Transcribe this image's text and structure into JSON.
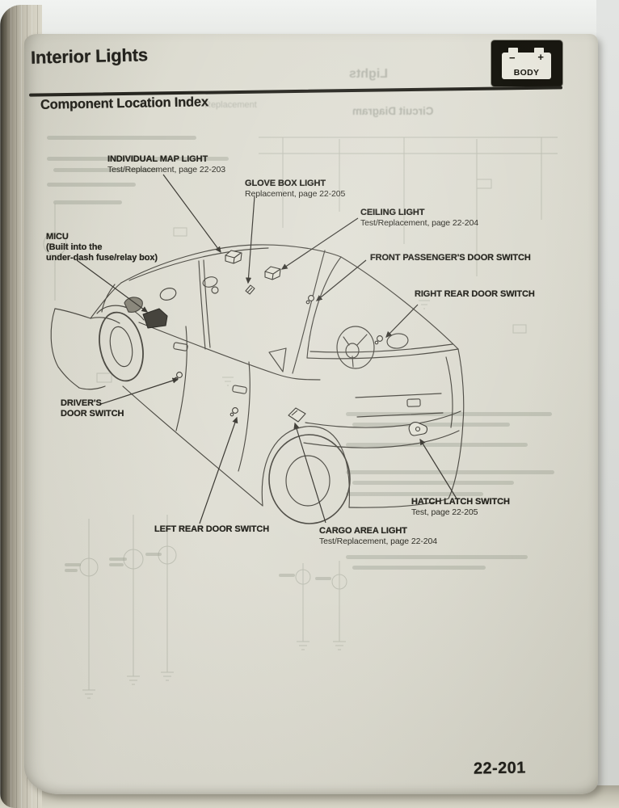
{
  "header": {
    "title": "Interior Lights",
    "section": "Component Location Index",
    "badge_label": "BODY",
    "badge_minus": "−",
    "badge_plus": "+"
  },
  "footer": {
    "page_number": "22-201"
  },
  "callouts": [
    {
      "id": "individual-map-light",
      "lines": [
        "INDIVIDUAL MAP LIGHT",
        "Test/Replacement, page 22-203"
      ]
    },
    {
      "id": "glove-box-light",
      "lines": [
        "GLOVE BOX LIGHT",
        "Replacement, page 22-205"
      ]
    },
    {
      "id": "ceiling-light",
      "lines": [
        "CEILING LIGHT",
        "Test/Replacement, page 22-204"
      ]
    },
    {
      "id": "front-passengers-door-switch",
      "lines": [
        "FRONT PASSENGER'S DOOR SWITCH"
      ]
    },
    {
      "id": "right-rear-door-switch",
      "lines": [
        "RIGHT REAR DOOR SWITCH"
      ]
    },
    {
      "id": "micu",
      "lines": [
        "MICU",
        "(Built into the",
        "under-dash fuse/relay box)"
      ]
    },
    {
      "id": "drivers-door-switch",
      "lines": [
        "DRIVER'S",
        "DOOR SWITCH"
      ]
    },
    {
      "id": "left-rear-door-switch",
      "lines": [
        "LEFT REAR DOOR SWITCH"
      ]
    },
    {
      "id": "cargo-area-light",
      "lines": [
        "CARGO AREA LIGHT",
        "Test/Replacement, page 22-204"
      ]
    },
    {
      "id": "hatch-latch-switch",
      "lines": [
        "HATCH LATCH SWITCH",
        "Test, page 22-205"
      ]
    }
  ],
  "ghost": {
    "title": "Lights",
    "section": "Circuit Diagram",
    "word": "Replacement"
  },
  "colors": {
    "page": "#dddcd1",
    "ink": "#24231d",
    "car_line": "#4d4b44",
    "ghost": "#9ba092"
  }
}
